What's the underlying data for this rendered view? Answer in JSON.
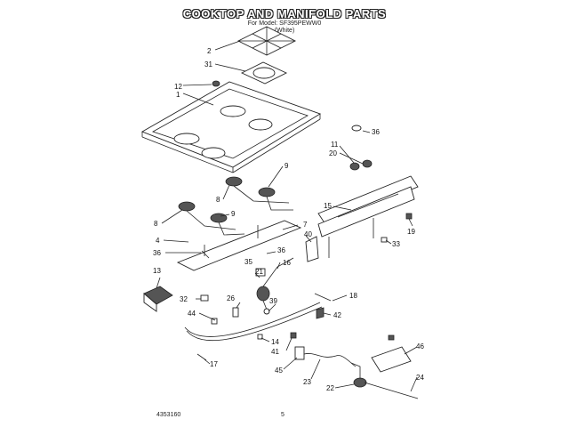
{
  "header": {
    "title": "COOKTOP AND MANIFOLD PARTS",
    "model_line": "For Model: SF395PEWW0",
    "color_line": "(White)"
  },
  "footer": {
    "doc_number": "4353160",
    "page_number": "5"
  },
  "callouts": {
    "c1": "1",
    "c2": "2",
    "c4": "4",
    "c7": "7",
    "c8a": "8",
    "c8b": "8",
    "c9a": "9",
    "c9b": "9",
    "c11": "11",
    "c12": "12",
    "c13": "13",
    "c14": "14",
    "c15": "15",
    "c16": "16",
    "c17": "17",
    "c18": "18",
    "c19": "19",
    "c20": "20",
    "c21": "21",
    "c22": "22",
    "c23": "23",
    "c24": "24",
    "c26": "26",
    "c31": "31",
    "c32": "32",
    "c33": "33",
    "c35": "35",
    "c36a": "36",
    "c36b": "36",
    "c36c": "36",
    "c39": "39",
    "c40": "40",
    "c41": "41",
    "c42": "42",
    "c44": "44",
    "c45": "45",
    "c46": "46"
  }
}
